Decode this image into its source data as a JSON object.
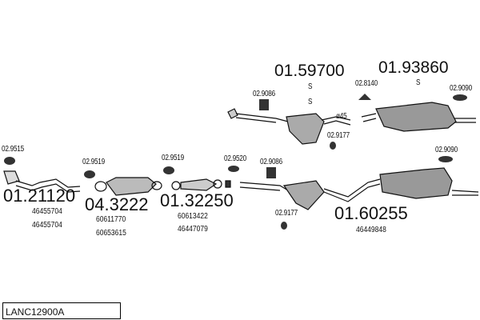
{
  "diagram_code": "LANC12900A",
  "assemblies": [
    {
      "part": "01.21120",
      "refs": [
        "46455704",
        "46455704"
      ]
    },
    {
      "part": "04.3222",
      "refs": [
        "60611770",
        "60653615"
      ]
    },
    {
      "part": "01.32250",
      "refs": [
        "60613422",
        "46447079"
      ]
    },
    {
      "part": "01.60255",
      "refs": [
        "46449848"
      ]
    },
    {
      "part": "01.59700",
      "refs": [
        "S",
        "S"
      ]
    },
    {
      "part": "01.93860",
      "refs": [
        "S"
      ]
    }
  ],
  "fittings": {
    "a": "02.9515",
    "b": "02.9519",
    "c": "02.9519",
    "d": "02.9520",
    "e": "02.9086",
    "f": "02.9090",
    "g": "02.9177",
    "h": "02.9086",
    "i": "02.8140",
    "j": "02.9090",
    "k": "02.9177"
  },
  "diameter": "ø45"
}
